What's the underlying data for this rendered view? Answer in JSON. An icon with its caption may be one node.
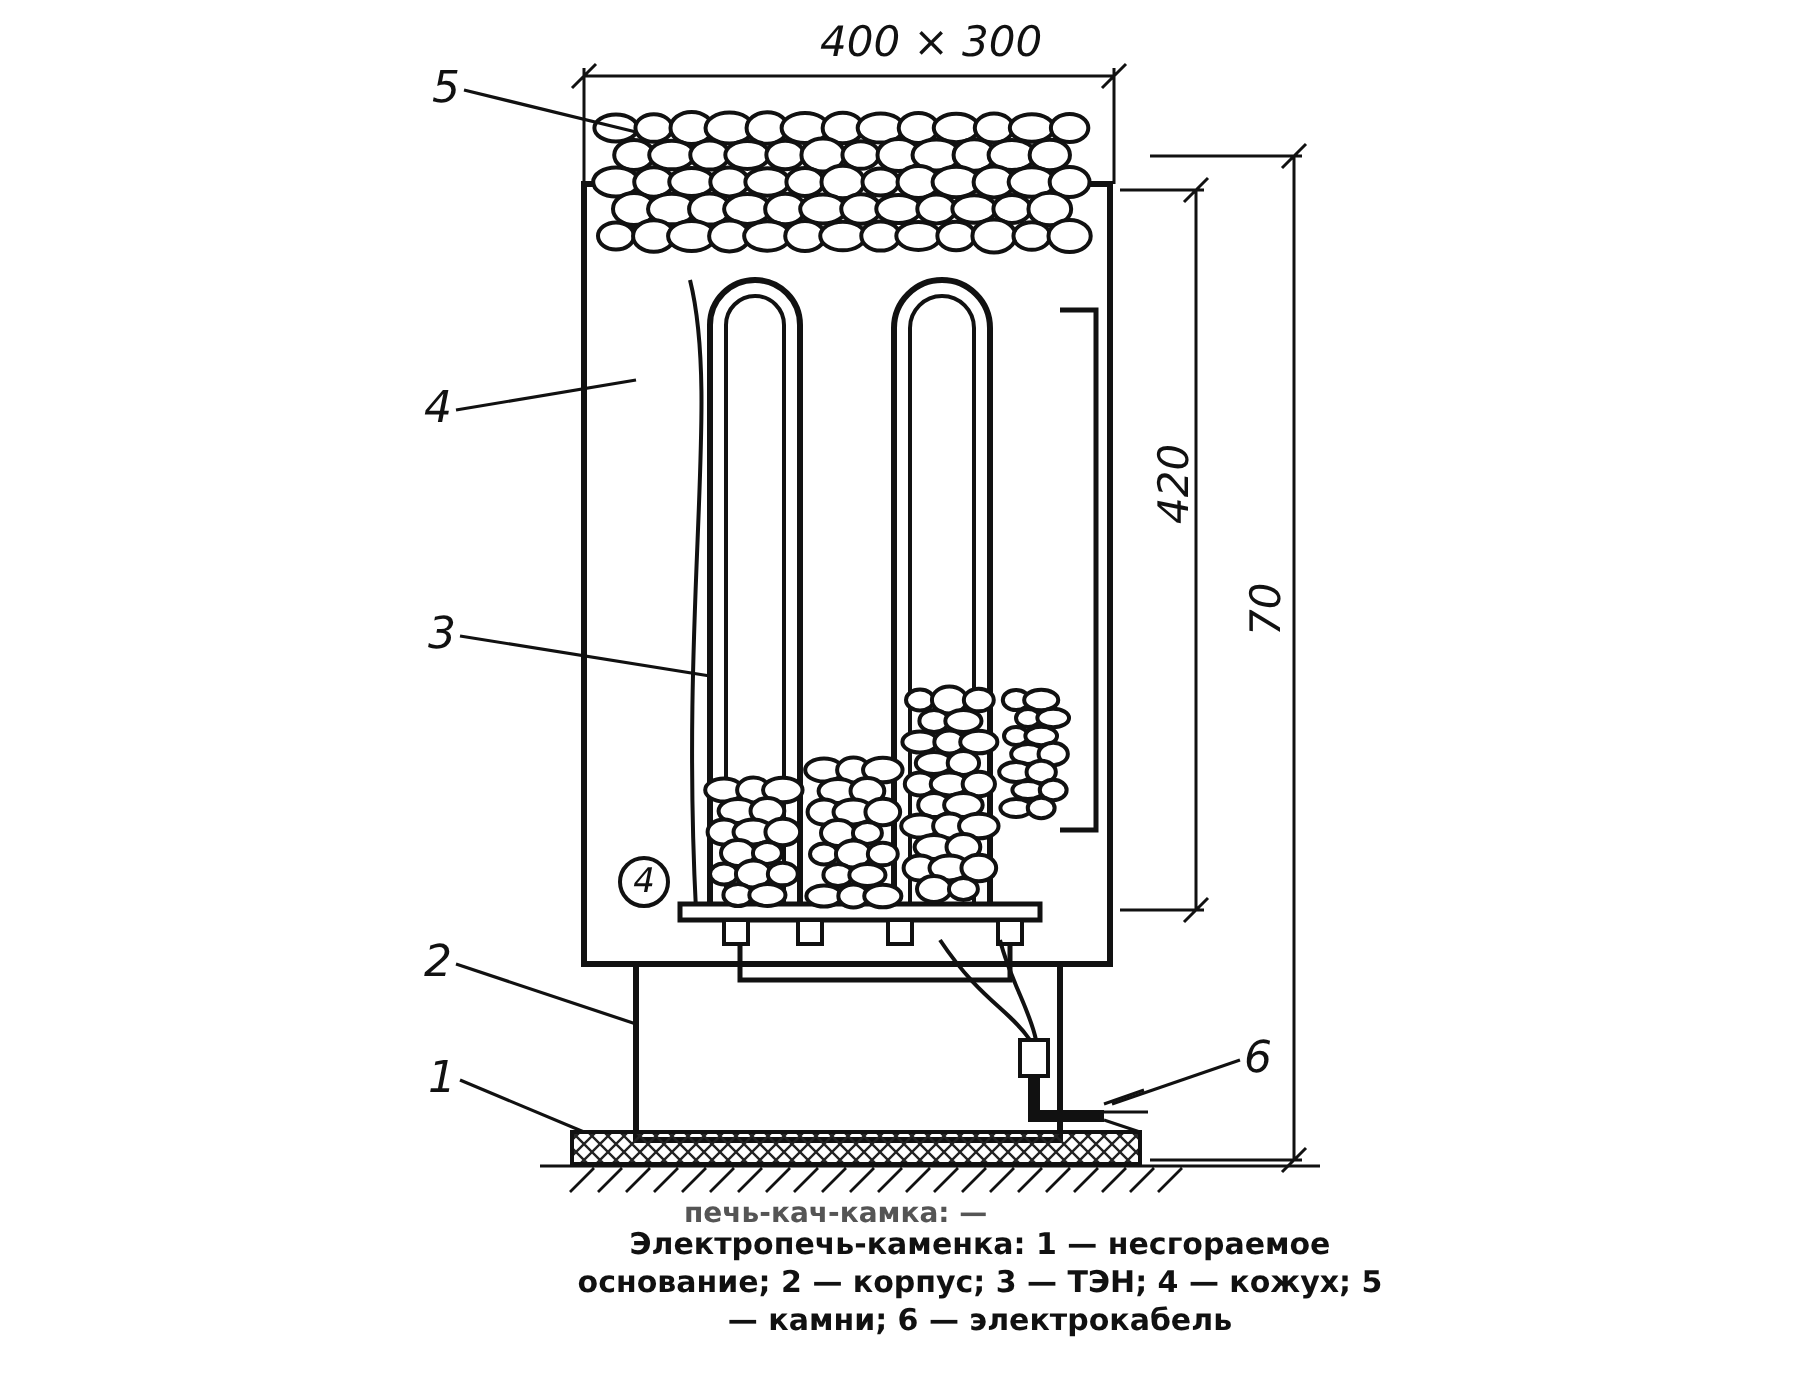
{
  "diagram": {
    "caption": "Электропечь-каменка: 1 — несгораемое основание; 2 — корпус; 3 — ТЭН; 4 — кожух; 5 — камни; 6 — электрокабель",
    "nodes": [
      {
        "text": [
          "5"
        ]
      },
      {
        "text": [
          "4"
        ]
      },
      {
        "text": [
          "3"
        ]
      },
      {
        "text": [
          "2"
        ]
      },
      {
        "text": [
          "1"
        ]
      },
      {
        "text": [
          "6"
        ]
      },
      {
        "text": [],
        "shape": "picture"
      },
      {
        "text": [],
        "shape": "box"
      },
      {
        "text": [],
        "shape": "picture",
        "in": 7
      },
      {
        "text": [],
        "shape": "box"
      },
      {
        "text": [],
        "shape": "bar"
      },
      {
        "text": [],
        "shape": "picture"
      }
    ],
    "edges": [
      {
        "from": 0,
        "to": 6,
        "arrow": "none"
      },
      {
        "from": 1,
        "to": 7,
        "arrow": "none"
      },
      {
        "from": 2,
        "to": 8,
        "arrow": "none"
      },
      {
        "from": 3,
        "to": 9,
        "arrow": "none"
      },
      {
        "from": 4,
        "to": 10,
        "arrow": "none"
      },
      {
        "from": 5,
        "to": 11,
        "arrow": "none"
      }
    ],
    "labels": [
      "400 × 300",
      "420",
      "70",
      "4",
      "печь-кач-камка: —"
    ]
  }
}
